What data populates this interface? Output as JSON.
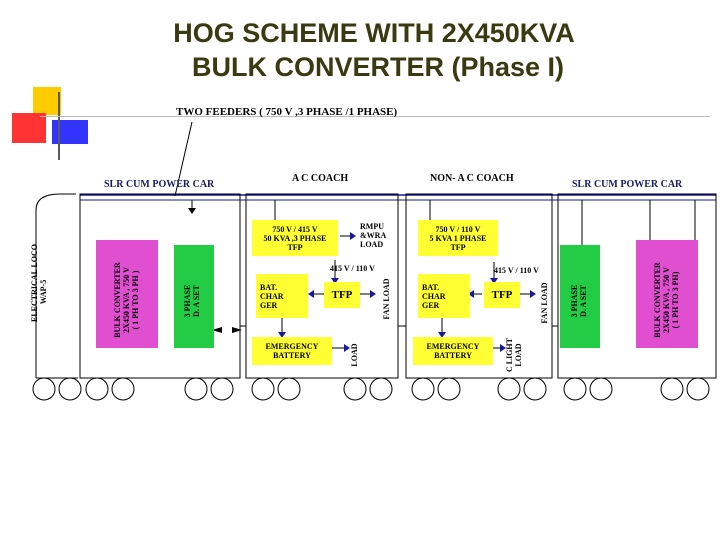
{
  "title": {
    "line1": "HOG SCHEME WITH 2X450KVA",
    "line2": "BULK CONVERTER (Phase I)"
  },
  "feeders_label": "TWO FEEDERS ( 750 V ,3 PHASE /1 PHASE)",
  "coaches": {
    "slr_left": "SLR CUM POWER CAR",
    "ac": "A C COACH",
    "non_ac": "NON- A C COACH",
    "slr_right": "SLR CUM POWER CAR"
  },
  "loco": {
    "label_line1": "ELECTRICAL LOCO",
    "label_line2": "WAP-5"
  },
  "left_power_car": {
    "bulk_converter_l1": "BULK CONVERTER",
    "bulk_converter_l2": "2X450 KVA , 750 V",
    "bulk_converter_l3": "( 1 PH TO 3 PH )",
    "dg_l1": "3 PHASE",
    "dg_l2": "D. A SET"
  },
  "ac_coach": {
    "tfp_transformer_l1": "750 V / 415 V",
    "tfp_transformer_l2": "50 KVA ,3 PHASE",
    "tfp_transformer_l3": "TFP",
    "rmpu_l1": "RMPU",
    "rmpu_l2": "&WRA",
    "rmpu_l3": "LOAD",
    "voltage": "415 V / 110 V",
    "charger_l1": "BAT.",
    "charger_l2": "CHAR",
    "charger_l3": "GER",
    "tfp": "TFP",
    "fan_load": "FAN LOAD",
    "battery_l1": "EMERGENCY",
    "battery_l2": "BATTERY",
    "load": "LOAD"
  },
  "non_ac_coach": {
    "tfp_transformer_l1": "750 V / 110 V",
    "tfp_transformer_l2": "5 KVA 1 PHASE",
    "tfp_transformer_l3": "TFP",
    "voltage": "415 V / 110 V",
    "charger_l1": "BAT.",
    "charger_l2": "CHAR",
    "charger_l3": "GER",
    "tfp": "TFP",
    "fan_load": "FAN LOAD",
    "battery_l1": "EMERGENCY",
    "battery_l2": "BATTERY",
    "light_load_l1": "C LIGHT",
    "light_load_l2": "LOAD"
  },
  "right_power_car": {
    "dg_l1": "3 PHASE",
    "dg_l2": "D. A SET",
    "bulk_converter_l1": "BULK CONVERTER",
    "bulk_converter_l2": "2X450 KVA , 750 V",
    "bulk_converter_l3": "( 1 PH TO 3 PH)"
  },
  "colors": {
    "title": "#3a3a12",
    "yellow_box": "#ffff33",
    "pink_box": "#e04fd0",
    "green_box": "#22cc44",
    "feeder_line": "#1a1a99"
  }
}
